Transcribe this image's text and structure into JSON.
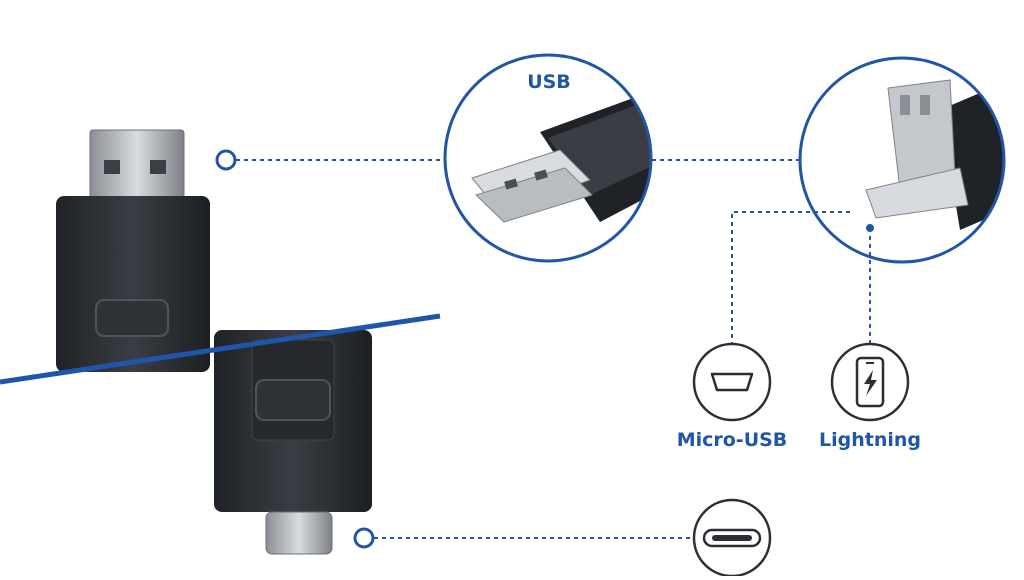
{
  "labels": {
    "usb": "USB",
    "micro_usb": "Micro-USB",
    "lightning": "Lightning"
  },
  "icons": {
    "usb_zoom": "usb-a-connector-zoom",
    "micro_zoom": "micro-usb-lightning-connector-zoom",
    "micro_usb": "micro-usb-port-icon",
    "lightning": "phone-lightning-icon",
    "usb_c": "usb-c-port-icon"
  },
  "colors": {
    "accent": "#1f56a8",
    "body": "#2b2e33",
    "metal": "#c9ccd1",
    "label": "#1f56a8"
  }
}
